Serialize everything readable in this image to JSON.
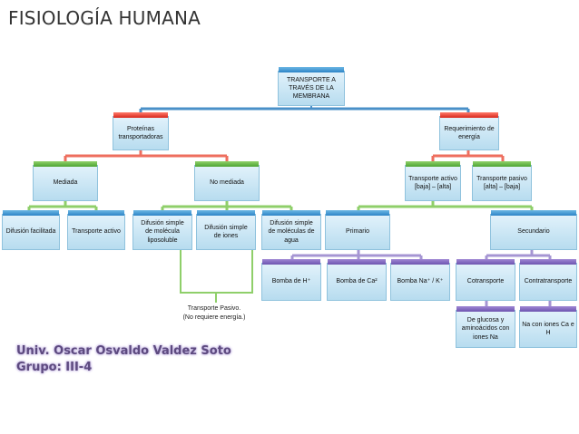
{
  "title": "FISIOLOGÍA HUMANA",
  "nodes": {
    "root": [
      "TRANSPORTE A",
      "TRAVÉS DE LA",
      "MEMBRANA"
    ],
    "proteinas": [
      "Proteínas",
      "transportadoras"
    ],
    "requerimiento": [
      "Requerimiento de",
      "energía"
    ],
    "mediada": "Mediada",
    "no_mediada": "No mediada",
    "transporte_activo_top": [
      "Transporte activo",
      "[baja] – [alta]"
    ],
    "transporte_pasivo_top": [
      "Transporte pasivo",
      "[alta] – [baja]"
    ],
    "difusion_facilitada": "Difusión facilitada",
    "transporte_activo": "Transporte activo",
    "difusion_liposoluble": [
      "Difusión simple",
      "de molécula",
      "liposoluble"
    ],
    "difusion_iones": [
      "Difusión simple",
      "de iones"
    ],
    "difusion_agua": [
      "Difusión simple",
      "de moléculas de",
      "agua"
    ],
    "primario": "Primario",
    "secundario": "Secundario",
    "bomba_h": "Bomba de H⁺",
    "bomba_ca": "Bomba de Ca²",
    "bomba_na_k": "Bomba Na⁺ / K⁺",
    "cotransporte": "Cotransporte",
    "contratransporte": "Contratransporte",
    "glucosa": [
      "De glucosa y",
      "aminoácidos con",
      "iones Na"
    ],
    "na_ca_h": [
      "Na con iones Ca e",
      "H"
    ]
  },
  "note": [
    "Transporte Pasivo.",
    "(No requiere energía.)"
  ],
  "author": [
    "Univ. Oscar Osvaldo Valdez Soto",
    "Grupo: III-4"
  ],
  "colors": {
    "box_fill": "#cfe7f5",
    "tab_blue": "#2d84c7",
    "tab_red": "#d8271c",
    "tab_green": "#4ea434",
    "tab_purple": "#6e55b0",
    "line_red": "#ee6e5e",
    "line_green": "#8fcf6a",
    "line_purple": "#a595d3",
    "author_text": "#5d4a7f"
  }
}
